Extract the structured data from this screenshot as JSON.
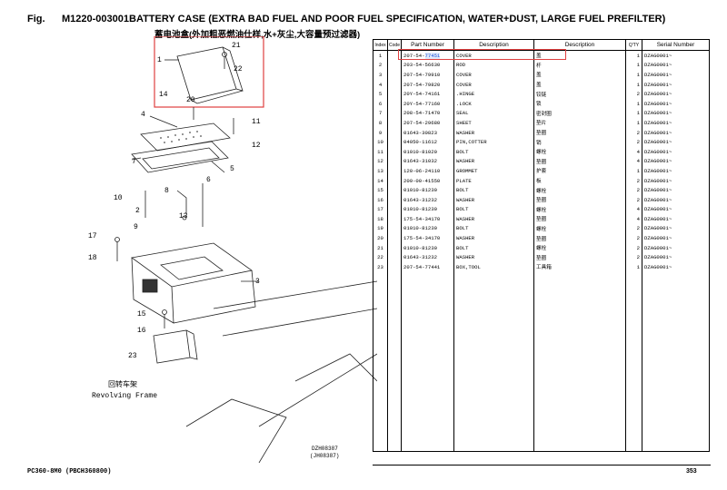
{
  "header": {
    "fig": "Fig.",
    "code": "M1220-003001",
    "title": "BATTERY CASE (EXTRA BAD FUEL AND POOR FUEL SPECIFICATION, WATER+DUST, LARGE FUEL PREFILTER)",
    "subtitle": "蓄电池盒(外加粗恶燃油仕样,水+灰尘,大容量预过滤器)"
  },
  "diagram": {
    "frame_label_cn": "回转车架",
    "frame_label_en": "Revolving Frame",
    "ref_code1": "DZH08387",
    "ref_code2": "(JH08387)",
    "callouts": [
      "1",
      "21",
      "22",
      "20",
      "14",
      "4",
      "11",
      "12",
      "5",
      "7",
      "10",
      "8",
      "6",
      "2",
      "13",
      "3",
      "9",
      "17",
      "18",
      "15",
      "16",
      "23"
    ]
  },
  "table": {
    "headers": [
      "Index",
      "Code",
      "Part Number",
      "Description",
      "Description",
      "Q'TY",
      "Serial Number"
    ],
    "rows": [
      [
        "1",
        "",
        "207-54-77451",
        "COVER",
        "盖",
        "1",
        "DZAG0001~"
      ],
      [
        "2",
        "",
        "203-54-56630",
        "ROD",
        "杆",
        "1",
        "DZAG0001~"
      ],
      [
        "3",
        "",
        "207-54-79910",
        "COVER",
        "盖",
        "1",
        "DZAG0001~"
      ],
      [
        "4",
        "",
        "207-54-79820",
        "COVER",
        "盖",
        "1",
        "DZAG0001~"
      ],
      [
        "5",
        "",
        "20Y-54-74161",
        ".HINGE",
        "铰链",
        "2",
        "DZAG0001~"
      ],
      [
        "6",
        "",
        "20Y-54-77160",
        ".LOCK",
        "锁",
        "1",
        "DZAG0001~"
      ],
      [
        "7",
        "",
        "208-54-71470",
        "SEAL",
        "密封圈",
        "1",
        "DZAG0001~"
      ],
      [
        "8",
        "",
        "207-54-29680",
        "SHEET",
        "垫片",
        "1",
        "DZAG0001~"
      ],
      [
        "9",
        "",
        "01643-30823",
        "WASHER",
        "垫圈",
        "2",
        "DZAG0001~"
      ],
      [
        "10",
        "",
        "04050-11612",
        "PIN,COTTER",
        "销",
        "2",
        "DZAG0001~"
      ],
      [
        "11",
        "",
        "01010-81020",
        "BOLT",
        "螺栓",
        "4",
        "DZAG0001~"
      ],
      [
        "12",
        "",
        "01643-31032",
        "WASHER",
        "垫圈",
        "4",
        "DZAG0001~"
      ],
      [
        "13",
        "",
        "120-06-24110",
        "GROMMET",
        "护套",
        "1",
        "DZAG0001~"
      ],
      [
        "14",
        "",
        "209-00-41550",
        "PLATE",
        "板",
        "2",
        "DZAG0001~"
      ],
      [
        "15",
        "",
        "01010-81230",
        "BOLT",
        "螺栓",
        "2",
        "DZAG0001~"
      ],
      [
        "16",
        "",
        "01643-31232",
        "WASHER",
        "垫圈",
        "2",
        "DZAG0001~"
      ],
      [
        "17",
        "",
        "01010-81230",
        "BOLT",
        "螺栓",
        "4",
        "DZAG0001~"
      ],
      [
        "18",
        "",
        "175-54-34170",
        "WASHER",
        "垫圈",
        "4",
        "DZAG0001~"
      ],
      [
        "19",
        "",
        "01010-81230",
        "BOLT",
        "螺栓",
        "2",
        "DZAG0001~"
      ],
      [
        "20",
        "",
        "175-54-34170",
        "WASHER",
        "垫圈",
        "2",
        "DZAG0001~"
      ],
      [
        "21",
        "",
        "01010-81230",
        "BOLT",
        "螺栓",
        "2",
        "DZAG0001~"
      ],
      [
        "22",
        "",
        "01643-31232",
        "WASHER",
        "垫圈",
        "2",
        "DZAG0001~"
      ],
      [
        "23",
        "",
        "207-54-77441",
        "BOX,TOOL",
        "工具箱",
        "1",
        "DZAG0001~"
      ]
    ]
  },
  "highlight": {
    "selected_part": "77451",
    "accent_color": "#e04040",
    "select_color": "#1a4fd6"
  },
  "footer": {
    "model": "PC360-8M0 (PBCH360800)",
    "page": "353"
  }
}
